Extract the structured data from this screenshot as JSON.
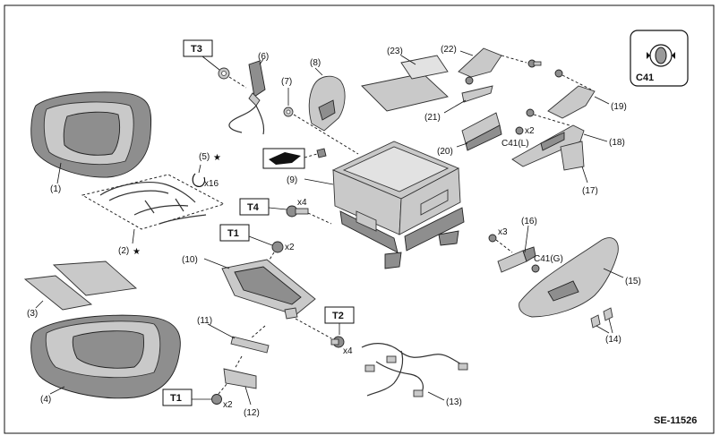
{
  "diagram_id": "SE-11526",
  "tool_refs": {
    "t3": "T3",
    "t4": "T4",
    "t1a": "T1",
    "t2": "T2",
    "t1b": "T1"
  },
  "clip_ref": "C41",
  "clip_variants": {
    "l": "C41(L)",
    "g": "C41(G)"
  },
  "quantities": {
    "x16": "x16",
    "x4_t4": "x4",
    "x2_t1a": "x2",
    "x4_t2": "x4",
    "x2_t1b": "x2",
    "x2_c41l": "x2",
    "x3_16": "x3"
  },
  "star": "★",
  "parts": {
    "p1": "(1)",
    "p2": "(2)",
    "p3": "(3)",
    "p4": "(4)",
    "p5": "(5)",
    "p6": "(6)",
    "p7": "(7)",
    "p8": "(8)",
    "p9": "(9)",
    "p10": "(10)",
    "p11": "(11)",
    "p12": "(12)",
    "p13": "(13)",
    "p14": "(14)",
    "p15": "(15)",
    "p16": "(16)",
    "p17": "(17)",
    "p18": "(18)",
    "p19": "(19)",
    "p20": "(20)",
    "p21": "(21)",
    "p22": "(22)",
    "p23": "(23)"
  }
}
